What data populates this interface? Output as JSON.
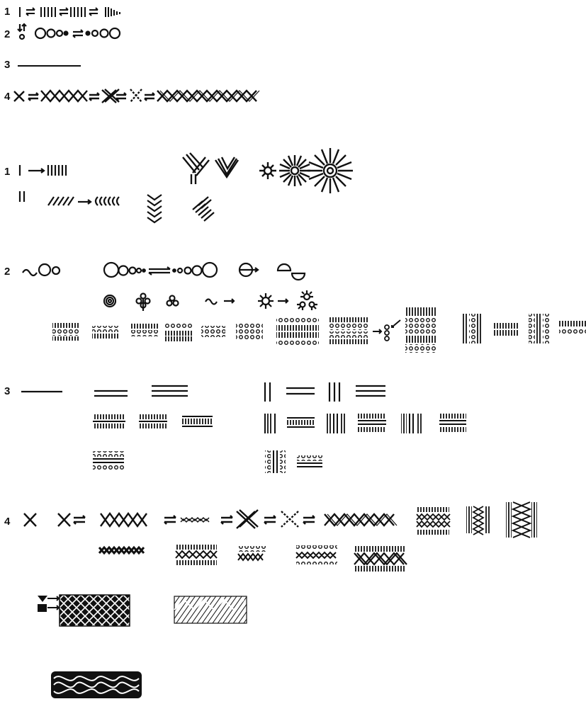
{
  "sections": [
    {
      "label": "1"
    },
    {
      "label": "2"
    },
    {
      "label": "3"
    },
    {
      "label": "4"
    },
    {
      "label": "1"
    },
    {
      "label": "2"
    },
    {
      "label": "3"
    },
    {
      "label": "4"
    }
  ],
  "colors": {
    "ink": "#111111",
    "paper": "#ffffff"
  }
}
